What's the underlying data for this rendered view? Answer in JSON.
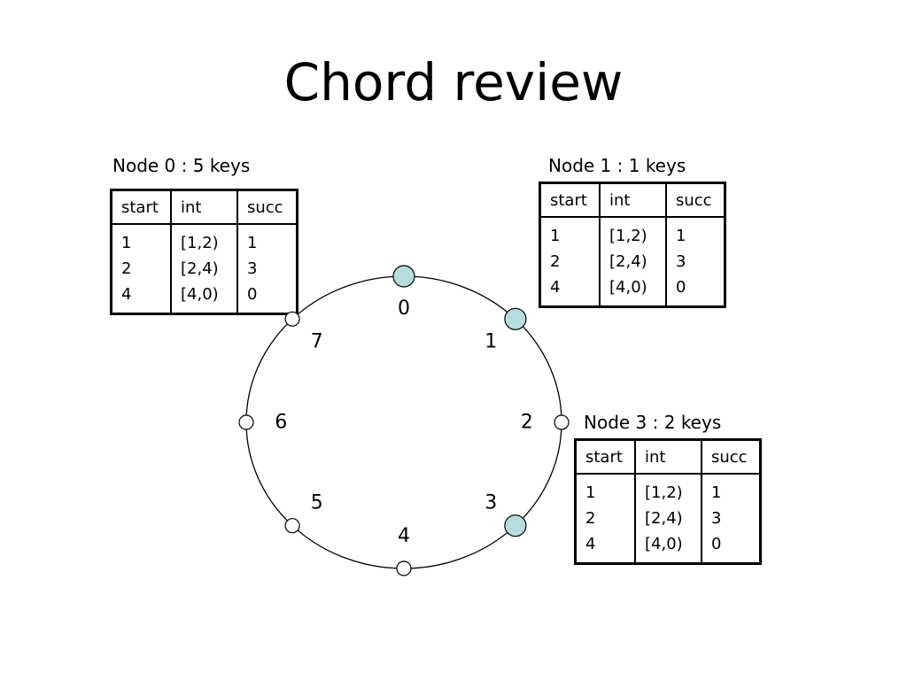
{
  "title": "Chord review",
  "colors": {
    "active_node": "#b5dde0",
    "inactive_node": "#ffffff",
    "stroke": "#000000"
  },
  "ring": {
    "positions": [
      "0",
      "1",
      "2",
      "3",
      "4",
      "5",
      "6",
      "7"
    ],
    "active_nodes": [
      "0",
      "1",
      "3"
    ]
  },
  "node_tables": [
    {
      "caption": "Node 0 : 5 keys",
      "headers": [
        "start",
        "int",
        "succ"
      ],
      "rows": [
        [
          "1",
          "[1,2)",
          "1"
        ],
        [
          "2",
          "[2,4)",
          "3"
        ],
        [
          "4",
          "[4,0)",
          "0"
        ]
      ]
    },
    {
      "caption": "Node 1 : 1 keys",
      "headers": [
        "start",
        "int",
        "succ"
      ],
      "rows": [
        [
          "1",
          "[1,2)",
          "1"
        ],
        [
          "2",
          "[2,4)",
          "3"
        ],
        [
          "4",
          "[4,0)",
          "0"
        ]
      ]
    },
    {
      "caption": "Node 3 : 2 keys",
      "headers": [
        "start",
        "int",
        "succ"
      ],
      "rows": [
        [
          "1",
          "[1,2)",
          "1"
        ],
        [
          "2",
          "[2,4)",
          "3"
        ],
        [
          "4",
          "[4,0)",
          "0"
        ]
      ]
    }
  ]
}
